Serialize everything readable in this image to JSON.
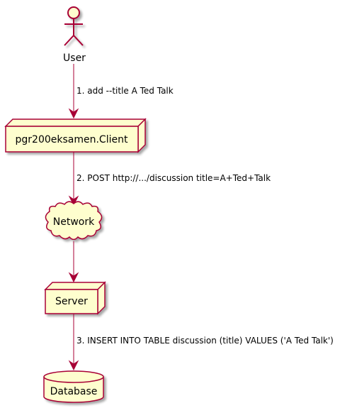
{
  "colors": {
    "node_fill": "#FEFECE",
    "node_stroke": "#A80036",
    "edge": "#A80036",
    "text": "#000000"
  },
  "nodes": {
    "user": {
      "label": "User",
      "shape": "actor"
    },
    "client": {
      "label": "pgr200eksamen.Client",
      "shape": "node"
    },
    "network": {
      "label": "Network",
      "shape": "cloud"
    },
    "server": {
      "label": "Server",
      "shape": "node"
    },
    "database": {
      "label": "Database",
      "shape": "database"
    }
  },
  "edges": [
    {
      "from": "user",
      "to": "client",
      "label": "1. add --title A Ted Talk"
    },
    {
      "from": "client",
      "to": "network",
      "label": "2. POST http://.../discussion title=A+Ted+Talk"
    },
    {
      "from": "network",
      "to": "server",
      "label": ""
    },
    {
      "from": "server",
      "to": "database",
      "label": "3. INSERT INTO TABLE discussion (title) VALUES ('A Ted Talk')"
    }
  ]
}
